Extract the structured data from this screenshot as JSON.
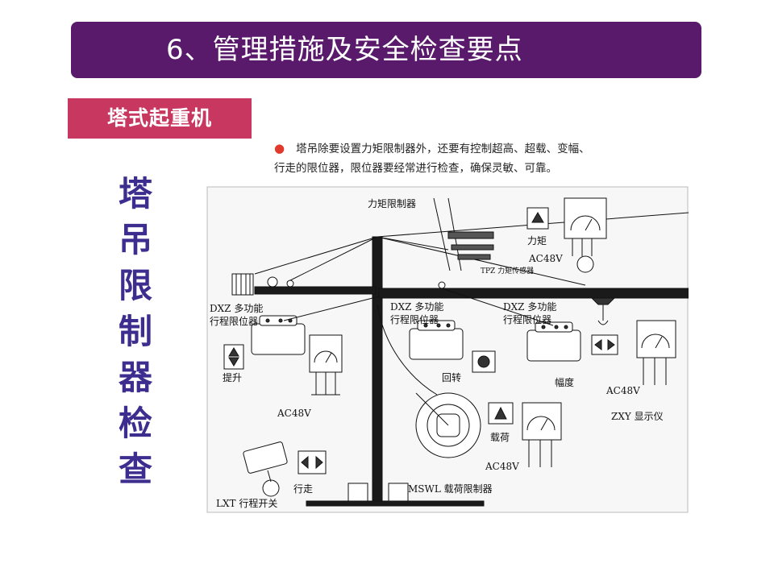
{
  "header": {
    "title": "6、管理措施及安全检查要点"
  },
  "section": {
    "tag": "塔式起重机"
  },
  "note": {
    "line1": "塔吊除要设置力矩限制器外，还要有控制超高、超载、变幅、",
    "line2": "行走的限位器，限位器要经常进行检查，确保灵敏、可靠。"
  },
  "side_title": {
    "chars": [
      "塔",
      "吊",
      "限",
      "制",
      "器",
      "检",
      "查"
    ]
  },
  "diagram": {
    "labels": {
      "torque_limiter": "力矩限制器",
      "torque": "力矩",
      "ac48v_top": "AC48V",
      "tpz_sensor": "TPZ 力矩传感器",
      "dxz_left_1": "DXZ 多功能",
      "dxz_left_2": "行程限位器",
      "dxz_mid_1": "DXZ 多功能",
      "dxz_mid_2": "行程限位器",
      "dxz_right_1": "DXZ 多功能",
      "dxz_right_2": "行程限位器",
      "hoist": "提升",
      "slew": "回转",
      "luffing": "幅度",
      "ac48v_left": "AC48V",
      "ac48v_right": "AC48V",
      "zxy_display": "ZXY 显示仪",
      "load": "载荷",
      "ac48v_bottom": "AC48V",
      "travel": "行走",
      "mswl": "MSWL 载荷限制器",
      "lxt": "LXT 行程开关"
    }
  }
}
